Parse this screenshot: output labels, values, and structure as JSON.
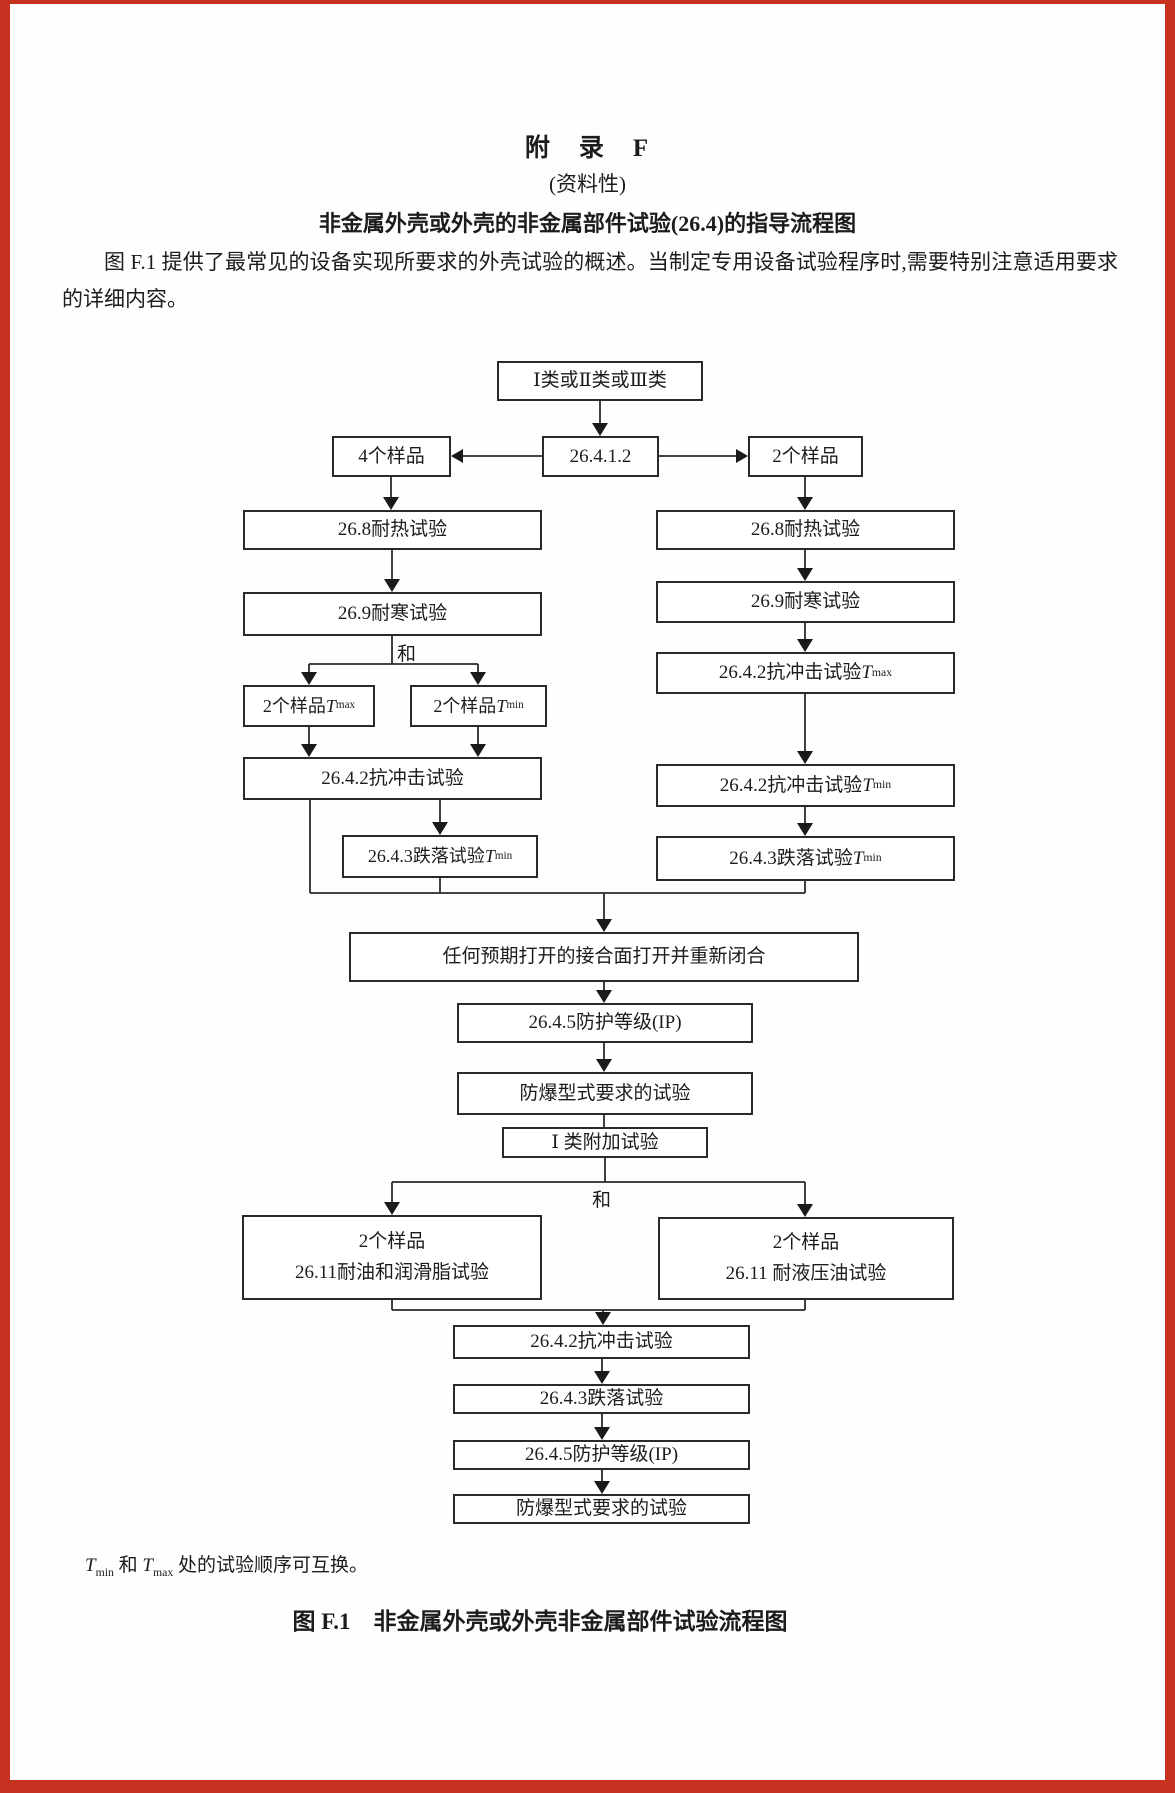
{
  "colors": {
    "frame": "#c8311f",
    "ink": "#1c1c1c"
  },
  "header": {
    "appendix_title": "附　录　F",
    "appendix_kind": "(资料性)",
    "doc_heading": "非金属外壳或外壳的非金属部件试验(26.4)的指导流程图",
    "intro_paragraph": "图 F.1 提供了最常见的设备实现所要求的外壳试验的概述。当制定专用设备试验程序时,需要特别注意适用要求的详细内容。"
  },
  "flowchart": {
    "nodes": {
      "class_select": "Ⅰ类或Ⅱ类或Ⅲ类",
      "clause_26412": "26.4.1.2",
      "samples_4": "4个样品",
      "samples_2": "2个样品",
      "left_heat": "26.8耐热试验",
      "left_cold": "26.9耐寒试验",
      "left_samples_tmax": "2个样品T_max",
      "left_samples_tmin": "2个样品T_min",
      "left_impact": "26.4.2抗冲击试验",
      "left_drop": "26.4.3跌落试验T_min",
      "right_heat": "26.8耐热试验",
      "right_cold": "26.9耐寒试验",
      "right_impact_tmax": "26.4.2抗冲击试验T_max",
      "right_impact_tmin": "26.4.2抗冲击试验T_min",
      "right_drop": "26.4.3跌落试验T_min",
      "reopen": "任何预期打开的接合面打开并重新闭合",
      "ip_grade_1": "26.4.5防护等级(IP)",
      "ex_type_tests_1": "防爆型式要求的试验",
      "class1_additional": "Ⅰ 类附加试验",
      "oil_line1": "2个样品",
      "oil_line2": "26.11耐油和润滑脂试验",
      "hydraulic_line1": "2个样品",
      "hydraulic_line2": "26.11 耐液压油试验",
      "bottom_impact": "26.4.2抗冲击试验",
      "bottom_drop": "26.4.3跌落试验",
      "ip_grade_2": "26.4.5防护等级(IP)",
      "ex_type_tests_2": "防爆型式要求的试验",
      "and_label_1": "和",
      "and_label_2": "和"
    }
  },
  "footer": {
    "note": "T_min 和 T_max 处的试验顺序可互换。",
    "figure_caption": "图 F.1　非金属外壳或外壳非金属部件试验流程图"
  }
}
